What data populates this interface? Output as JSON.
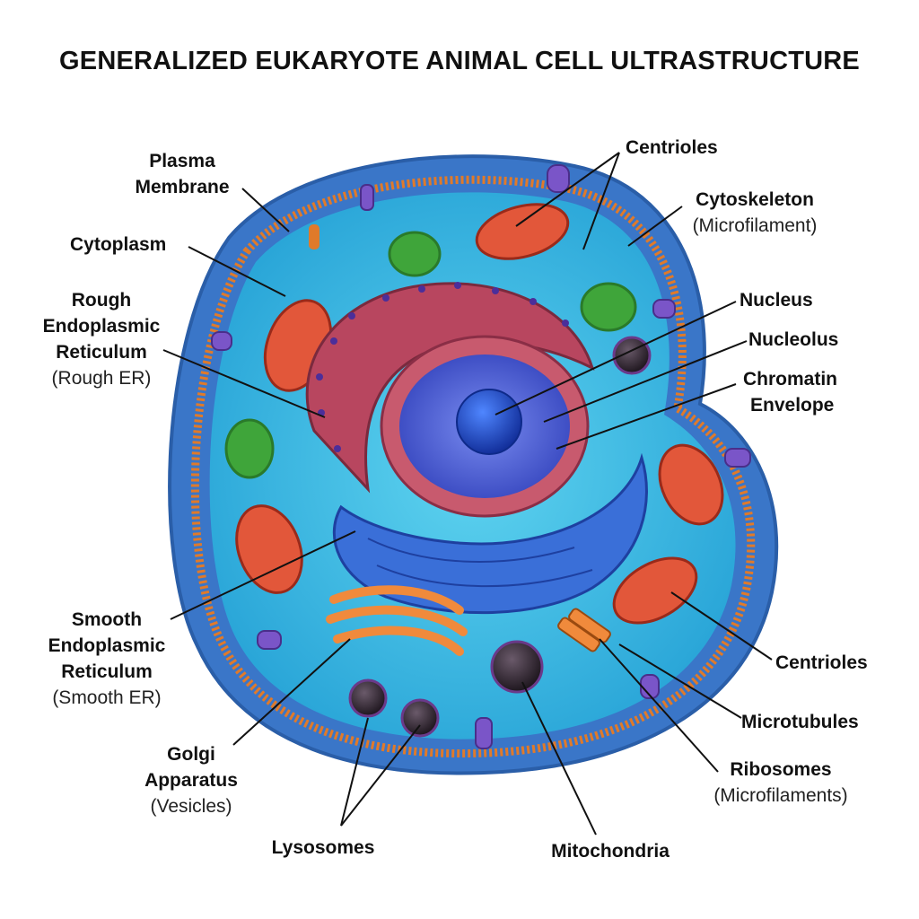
{
  "title": "GENERALIZED EUKARYOTE ANIMAL CELL ULTRASTRUCTURE",
  "labels": {
    "plasma_membrane": {
      "l1": "Plasma",
      "l2": "Membrane"
    },
    "cytoplasm": {
      "l1": "Cytoplasm"
    },
    "rough_er": {
      "l1": "Rough",
      "l2": "Endoplasmic",
      "l3": "Reticulum",
      "sub": "(Rough ER)"
    },
    "smooth_er": {
      "l1": "Smooth",
      "l2": "Endoplasmic",
      "l3": "Reticulum",
      "sub": "(Smooth ER)"
    },
    "golgi": {
      "l1": "Golgi",
      "l2": "Apparatus",
      "sub": "(Vesicles)"
    },
    "lysosomes": {
      "l1": "Lysosomes"
    },
    "mitochondria": {
      "l1": "Mitochondria"
    },
    "ribosomes": {
      "l1": "Ribosomes",
      "sub": "(Microfilaments)"
    },
    "microtubules": {
      "l1": "Microtubules"
    },
    "centrioles_bottom": {
      "l1": "Centrioles"
    },
    "chromatin_envelope": {
      "l1": "Chromatin",
      "l2": "Envelope"
    },
    "nucleolus": {
      "l1": "Nucleolus"
    },
    "nucleus": {
      "l1": "Nucleus"
    },
    "cytoskeleton": {
      "l1": "Cytoskeleton",
      "sub": "(Microfilament)"
    },
    "centrioles_top": {
      "l1": "Centrioles"
    }
  },
  "colors": {
    "membrane_outer": "#3f7fd0",
    "membrane_band": "#e07a2a",
    "cytoplasm": "#3ec0e6",
    "rough_er": "#b8465f",
    "smooth_er": "#3a6fd8",
    "nucleus": "#4b5fd8",
    "nucleolus": "#1f4fc8",
    "mitochondria": "#e2573a",
    "golgi": "#f08a3c",
    "chloroplast_like": "#3fa53a",
    "lysosome": "#3a2e3a",
    "protein": "#7a55c8"
  }
}
